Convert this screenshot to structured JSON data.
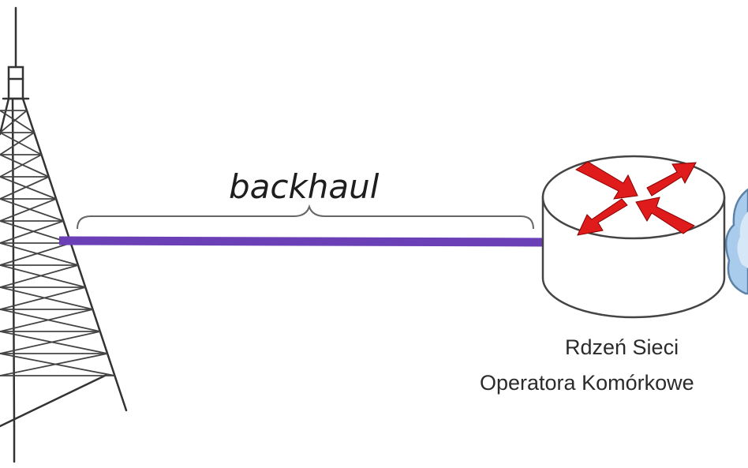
{
  "diagram": {
    "link_label": "backhaul",
    "core_label_line1": "Rdzeń Sieci",
    "core_label_line2": "Operatora Komórkowe"
  },
  "colors": {
    "link": "#6b3fb6",
    "router_arrows": "#e01b1b",
    "cloud": "#9fc4e8"
  },
  "icons": [
    "cell-tower-icon",
    "router-icon",
    "cloud-icon"
  ]
}
